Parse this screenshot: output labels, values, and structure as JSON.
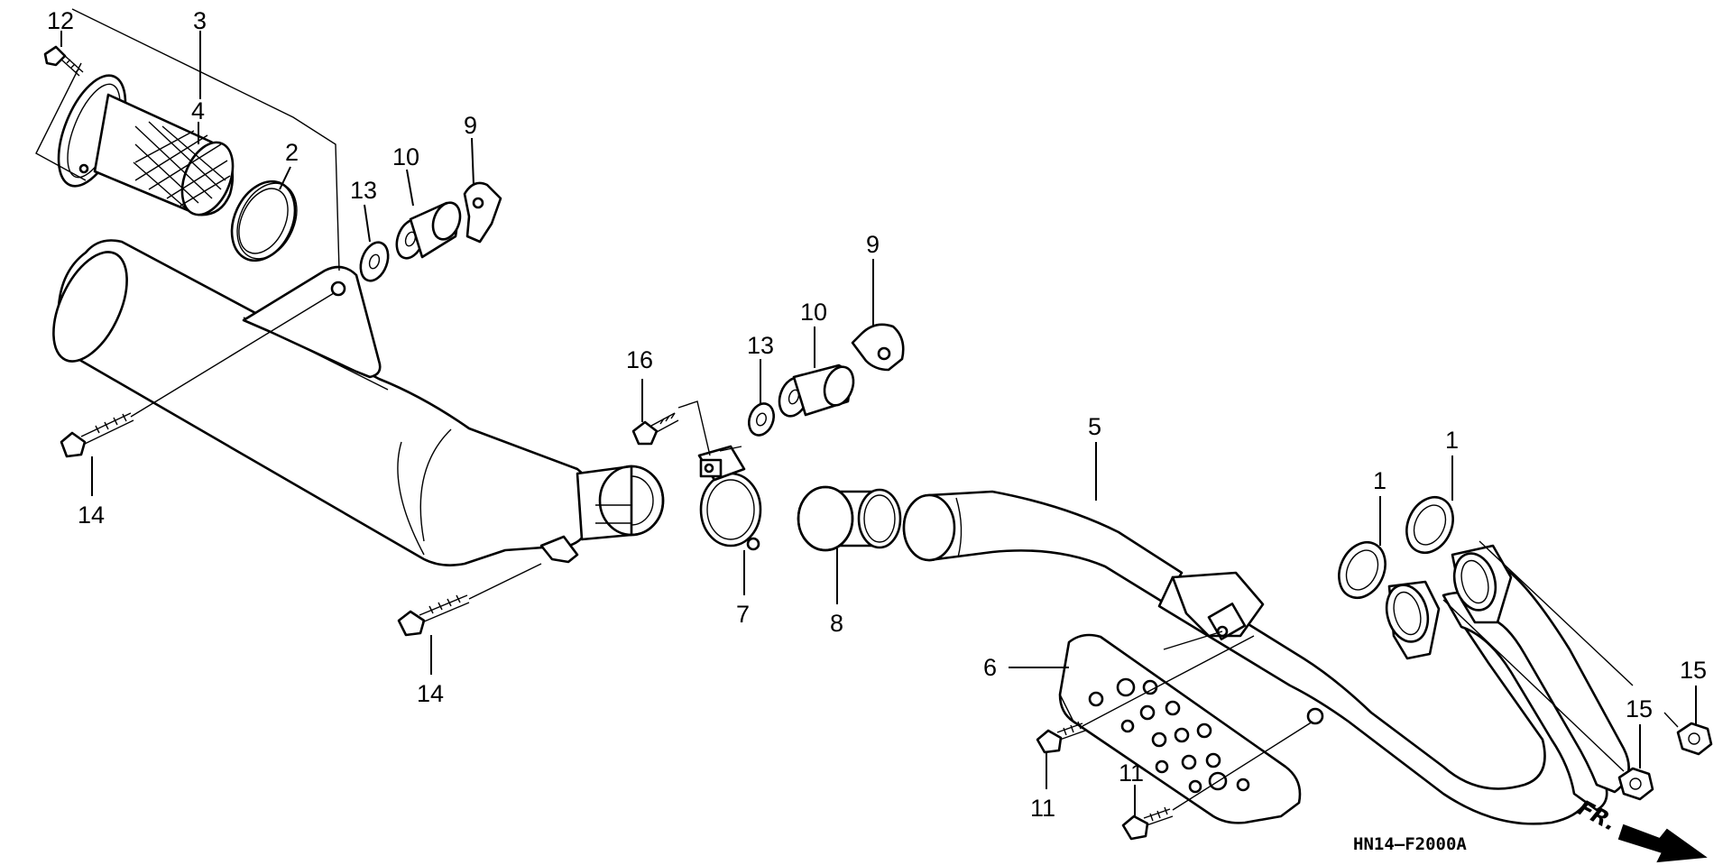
{
  "diagram": {
    "drawing_code": "HN14–F2000A",
    "direction_label": "FR.",
    "callouts": [
      {
        "id": "c1a",
        "text": "1"
      },
      {
        "id": "c1b",
        "text": "1"
      },
      {
        "id": "c1c",
        "text": "1"
      },
      {
        "id": "c2",
        "text": "2"
      },
      {
        "id": "c3",
        "text": "3"
      },
      {
        "id": "c4",
        "text": "4"
      },
      {
        "id": "c5",
        "text": "5"
      },
      {
        "id": "c6",
        "text": "6"
      },
      {
        "id": "c7",
        "text": "7"
      },
      {
        "id": "c8",
        "text": "8"
      },
      {
        "id": "c9a",
        "text": "9"
      },
      {
        "id": "c9b",
        "text": "9"
      },
      {
        "id": "c10a",
        "text": "10"
      },
      {
        "id": "c10b",
        "text": "10"
      },
      {
        "id": "c11a",
        "text": "11"
      },
      {
        "id": "c11b",
        "text": "11"
      },
      {
        "id": "c12",
        "text": "12"
      },
      {
        "id": "c13a",
        "text": "13"
      },
      {
        "id": "c13b",
        "text": "13"
      },
      {
        "id": "c14a",
        "text": "14"
      },
      {
        "id": "c14b",
        "text": "14"
      },
      {
        "id": "c15a",
        "text": "15"
      },
      {
        "id": "c15b",
        "text": "15"
      },
      {
        "id": "c16",
        "text": "16"
      }
    ]
  }
}
